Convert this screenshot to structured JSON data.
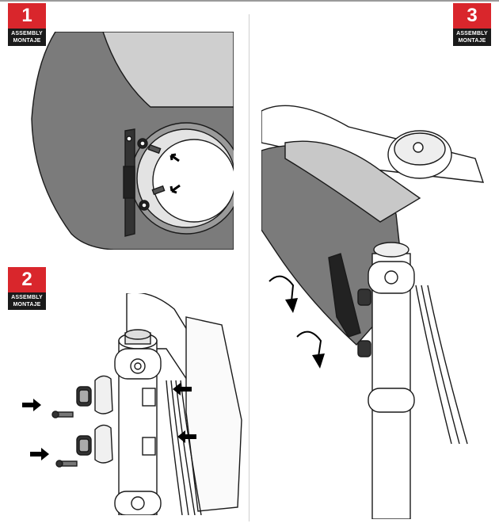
{
  "accent": "#d9262c",
  "steps": [
    {
      "number": "1",
      "label_en": "ASSEMBLY",
      "label_es": "MONTAJE"
    },
    {
      "number": "2",
      "label_en": "ASSEMBLY",
      "label_es": "MONTAJE"
    },
    {
      "number": "3",
      "label_en": "ASSEMBLY",
      "label_es": "MONTAJE"
    }
  ]
}
